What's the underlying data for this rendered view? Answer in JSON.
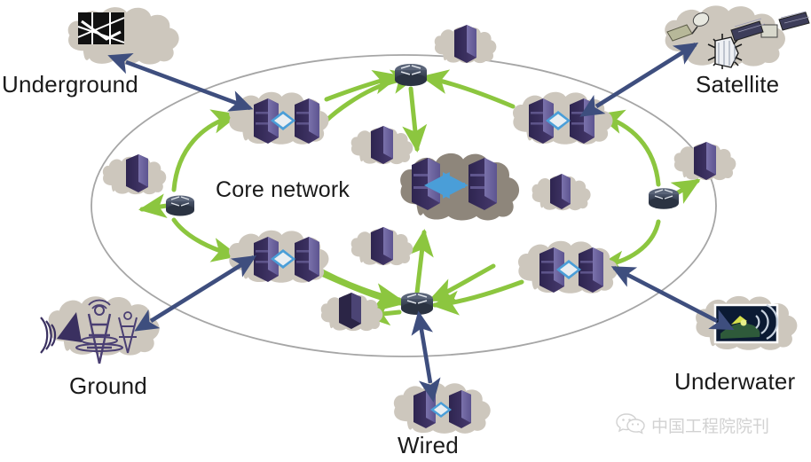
{
  "diagram": {
    "title_label": "Core network",
    "background_color": "#ffffff",
    "boundary_shape": "ellipse",
    "boundary_color": "#a6a6a6",
    "colors": {
      "green_link": "#8cc63f",
      "navy_link": "#3e4e7e",
      "cloud_light": "#cdc7bd",
      "cloud_core": "#8e867b",
      "server_dark": "#3b2f5e",
      "server_light": "#6f66a0",
      "router_body": "#3a4354",
      "blue_arrow": "#4a9ed8",
      "label_text": "#1a1a1a",
      "watermark": "#d2d2d2"
    },
    "outer_nodes": [
      {
        "id": "underground",
        "label": "Underground",
        "icon": "underground-tunnel-icon"
      },
      {
        "id": "satellite",
        "label": "Satellite",
        "icon": "satellite-icon"
      },
      {
        "id": "ground",
        "label": "Ground",
        "icon": "antenna-tower-icon"
      },
      {
        "id": "underwater",
        "label": "Underwater",
        "icon": "underwater-sonar-icon"
      },
      {
        "id": "wired",
        "label": "Wired",
        "icon": "server-pair-icon"
      }
    ],
    "core_cloud": {
      "label": "Core network",
      "icon": "server-pair-icon",
      "link_icon": "bidirectional-arrow-icon"
    },
    "access_clouds": [
      {
        "id": "access-top-left",
        "icon": "server-pair-icon"
      },
      {
        "id": "access-top-right",
        "icon": "server-pair-icon"
      },
      {
        "id": "access-bottom-left",
        "icon": "server-pair-icon"
      },
      {
        "id": "access-bottom-right",
        "icon": "server-pair-icon"
      }
    ],
    "single_server_clouds": [
      {
        "id": "srv-cloud-left"
      },
      {
        "id": "srv-cloud-upper-mid"
      },
      {
        "id": "srv-cloud-center-left"
      },
      {
        "id": "srv-cloud-center-right"
      },
      {
        "id": "srv-cloud-right"
      },
      {
        "id": "srv-cloud-lower-mid"
      },
      {
        "id": "srv-cloud-bottom-left"
      }
    ],
    "routers": [
      {
        "id": "router-top",
        "icon": "router-icon"
      },
      {
        "id": "router-left",
        "icon": "router-icon"
      },
      {
        "id": "router-right",
        "icon": "router-icon"
      },
      {
        "id": "router-bottom",
        "icon": "router-icon"
      }
    ],
    "watermark": {
      "text": "中国工程院院刊",
      "logo": "wechat-logo-icon"
    }
  }
}
